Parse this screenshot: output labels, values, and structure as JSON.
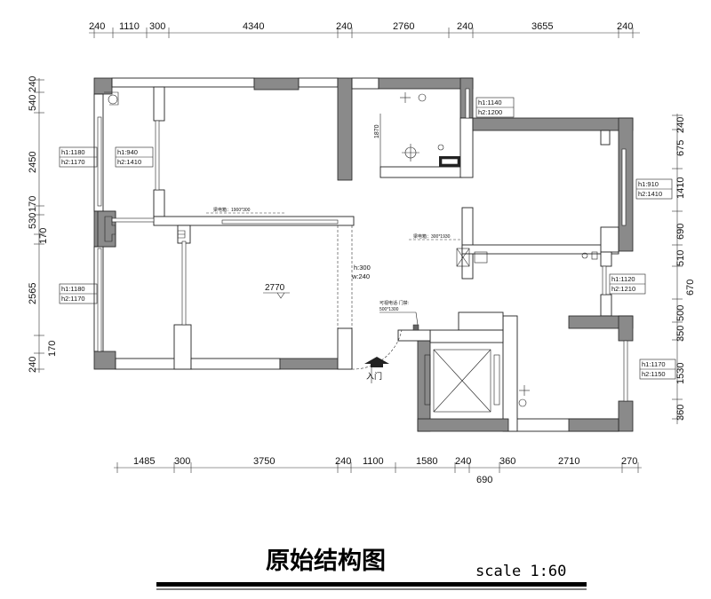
{
  "title": "原始结构图",
  "scale": "scale 1:60",
  "dims": {
    "top": [
      "240",
      "1110",
      "300",
      "4340",
      "240",
      "2760",
      "240",
      "3655",
      "240"
    ],
    "bottom": [
      "1485",
      "300",
      "3750",
      "240",
      "1100",
      "1580",
      "240",
      "360",
      "2710",
      "270"
    ],
    "bottom_below": "690",
    "left": [
      "240",
      "540",
      "2450",
      "170",
      "530",
      "170",
      "2565",
      "170",
      "240"
    ],
    "right": [
      "240",
      "675",
      "1410",
      "690",
      "510",
      "670",
      "500",
      "350",
      "1530",
      "360"
    ]
  },
  "windows": [
    {
      "h1": "h1:1180",
      "h2": "h2:1170"
    },
    {
      "h1": "h1:940",
      "h2": "h2:1410"
    },
    {
      "h1": "h1:1180",
      "h2": "h2:1170"
    },
    {
      "h1": "h1:1140",
      "h2": "h2:1200"
    },
    {
      "h1": "h1:910",
      "h2": "h2:1410"
    },
    {
      "h1": "h1:1120",
      "h2": "h2:1210"
    },
    {
      "h1": "h1:1170",
      "h2": "h2:1150"
    }
  ],
  "notes": {
    "room_dim": "1870",
    "beam_1": "梁电箱：1900*300",
    "beam_2": "梁电箱：300*1930",
    "beam_h": "h:300",
    "beam_w": "w:240",
    "ceiling_h": "2770",
    "note_door": "可视电话·门禁:",
    "note_door_size": "500*1300",
    "entrance": "入门"
  }
}
